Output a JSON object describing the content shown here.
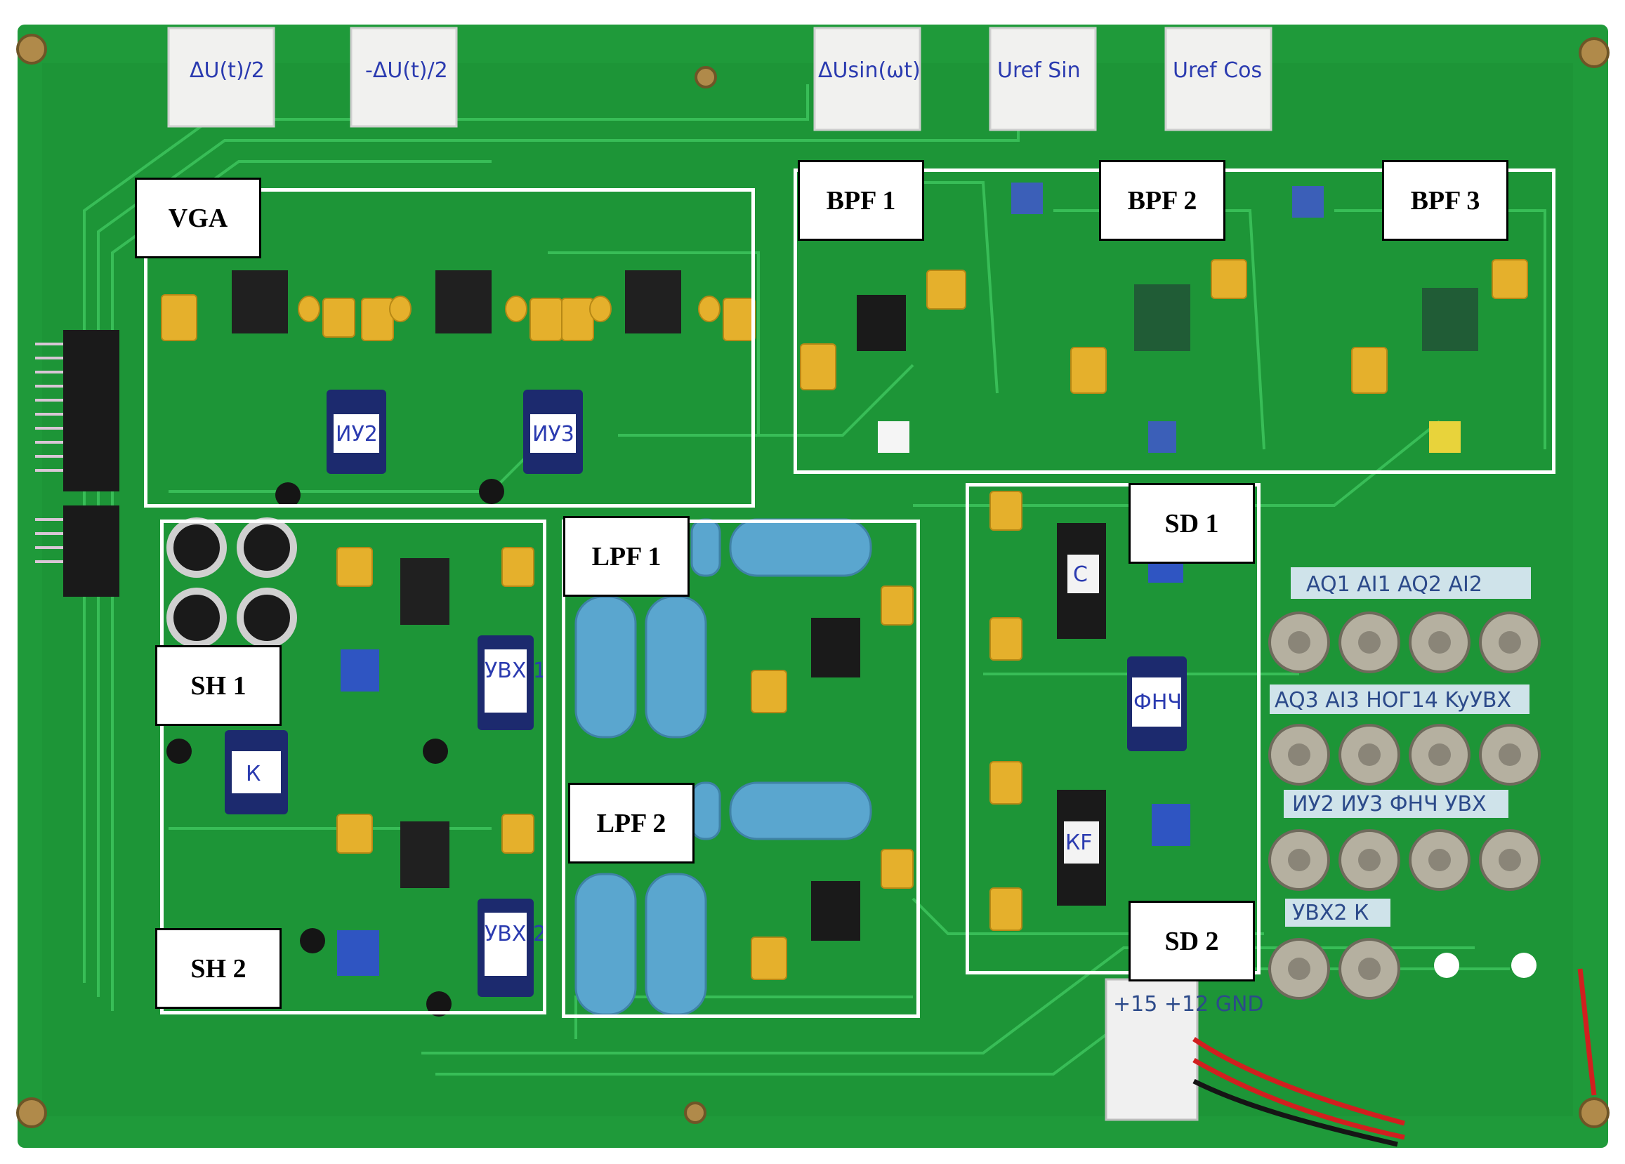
{
  "figure": {
    "blocks": {
      "vga": "VGA",
      "bpf1": "BPF 1",
      "bpf2": "BPF 2",
      "bpf3": "BPF 3",
      "sd1": "SD 1",
      "sd2": "SD 2",
      "sh1": "SH 1",
      "sh2": "SH 2",
      "lpf1": "LPF 1",
      "lpf2": "LPF 2"
    },
    "connector_labels": [
      "ΔU(t)/2",
      "-ΔU(t)/2",
      "ΔUsin(ωt)",
      "Uref Sin",
      "Uref Cos"
    ],
    "component_labels": {
      "vga_left": "ИУ2",
      "vga_right": "ИУ3",
      "sh1_module": "УВХ 1",
      "sh2_module": "УВХ 2",
      "k_module": "К",
      "sd1_chip": "С",
      "sd_module": "ФНЧ",
      "sd2_chip": "КF"
    },
    "switch_rows": [
      "AQ1  AI1  AQ2  AI2",
      "AQ3  AI3  НОГ14  KyУВХ",
      "ИУ2  ИУ3    ФНЧ  УВХ",
      "УВХ2  К"
    ],
    "power_label": "+15 +12 GND"
  },
  "colors": {
    "pcb": "#1f9a3a",
    "trace": "#3cc25b",
    "capacitor_yellow": "#e5b02c",
    "film_cap_blue": "#5aa6cf",
    "box_outline": "#ffffff"
  }
}
